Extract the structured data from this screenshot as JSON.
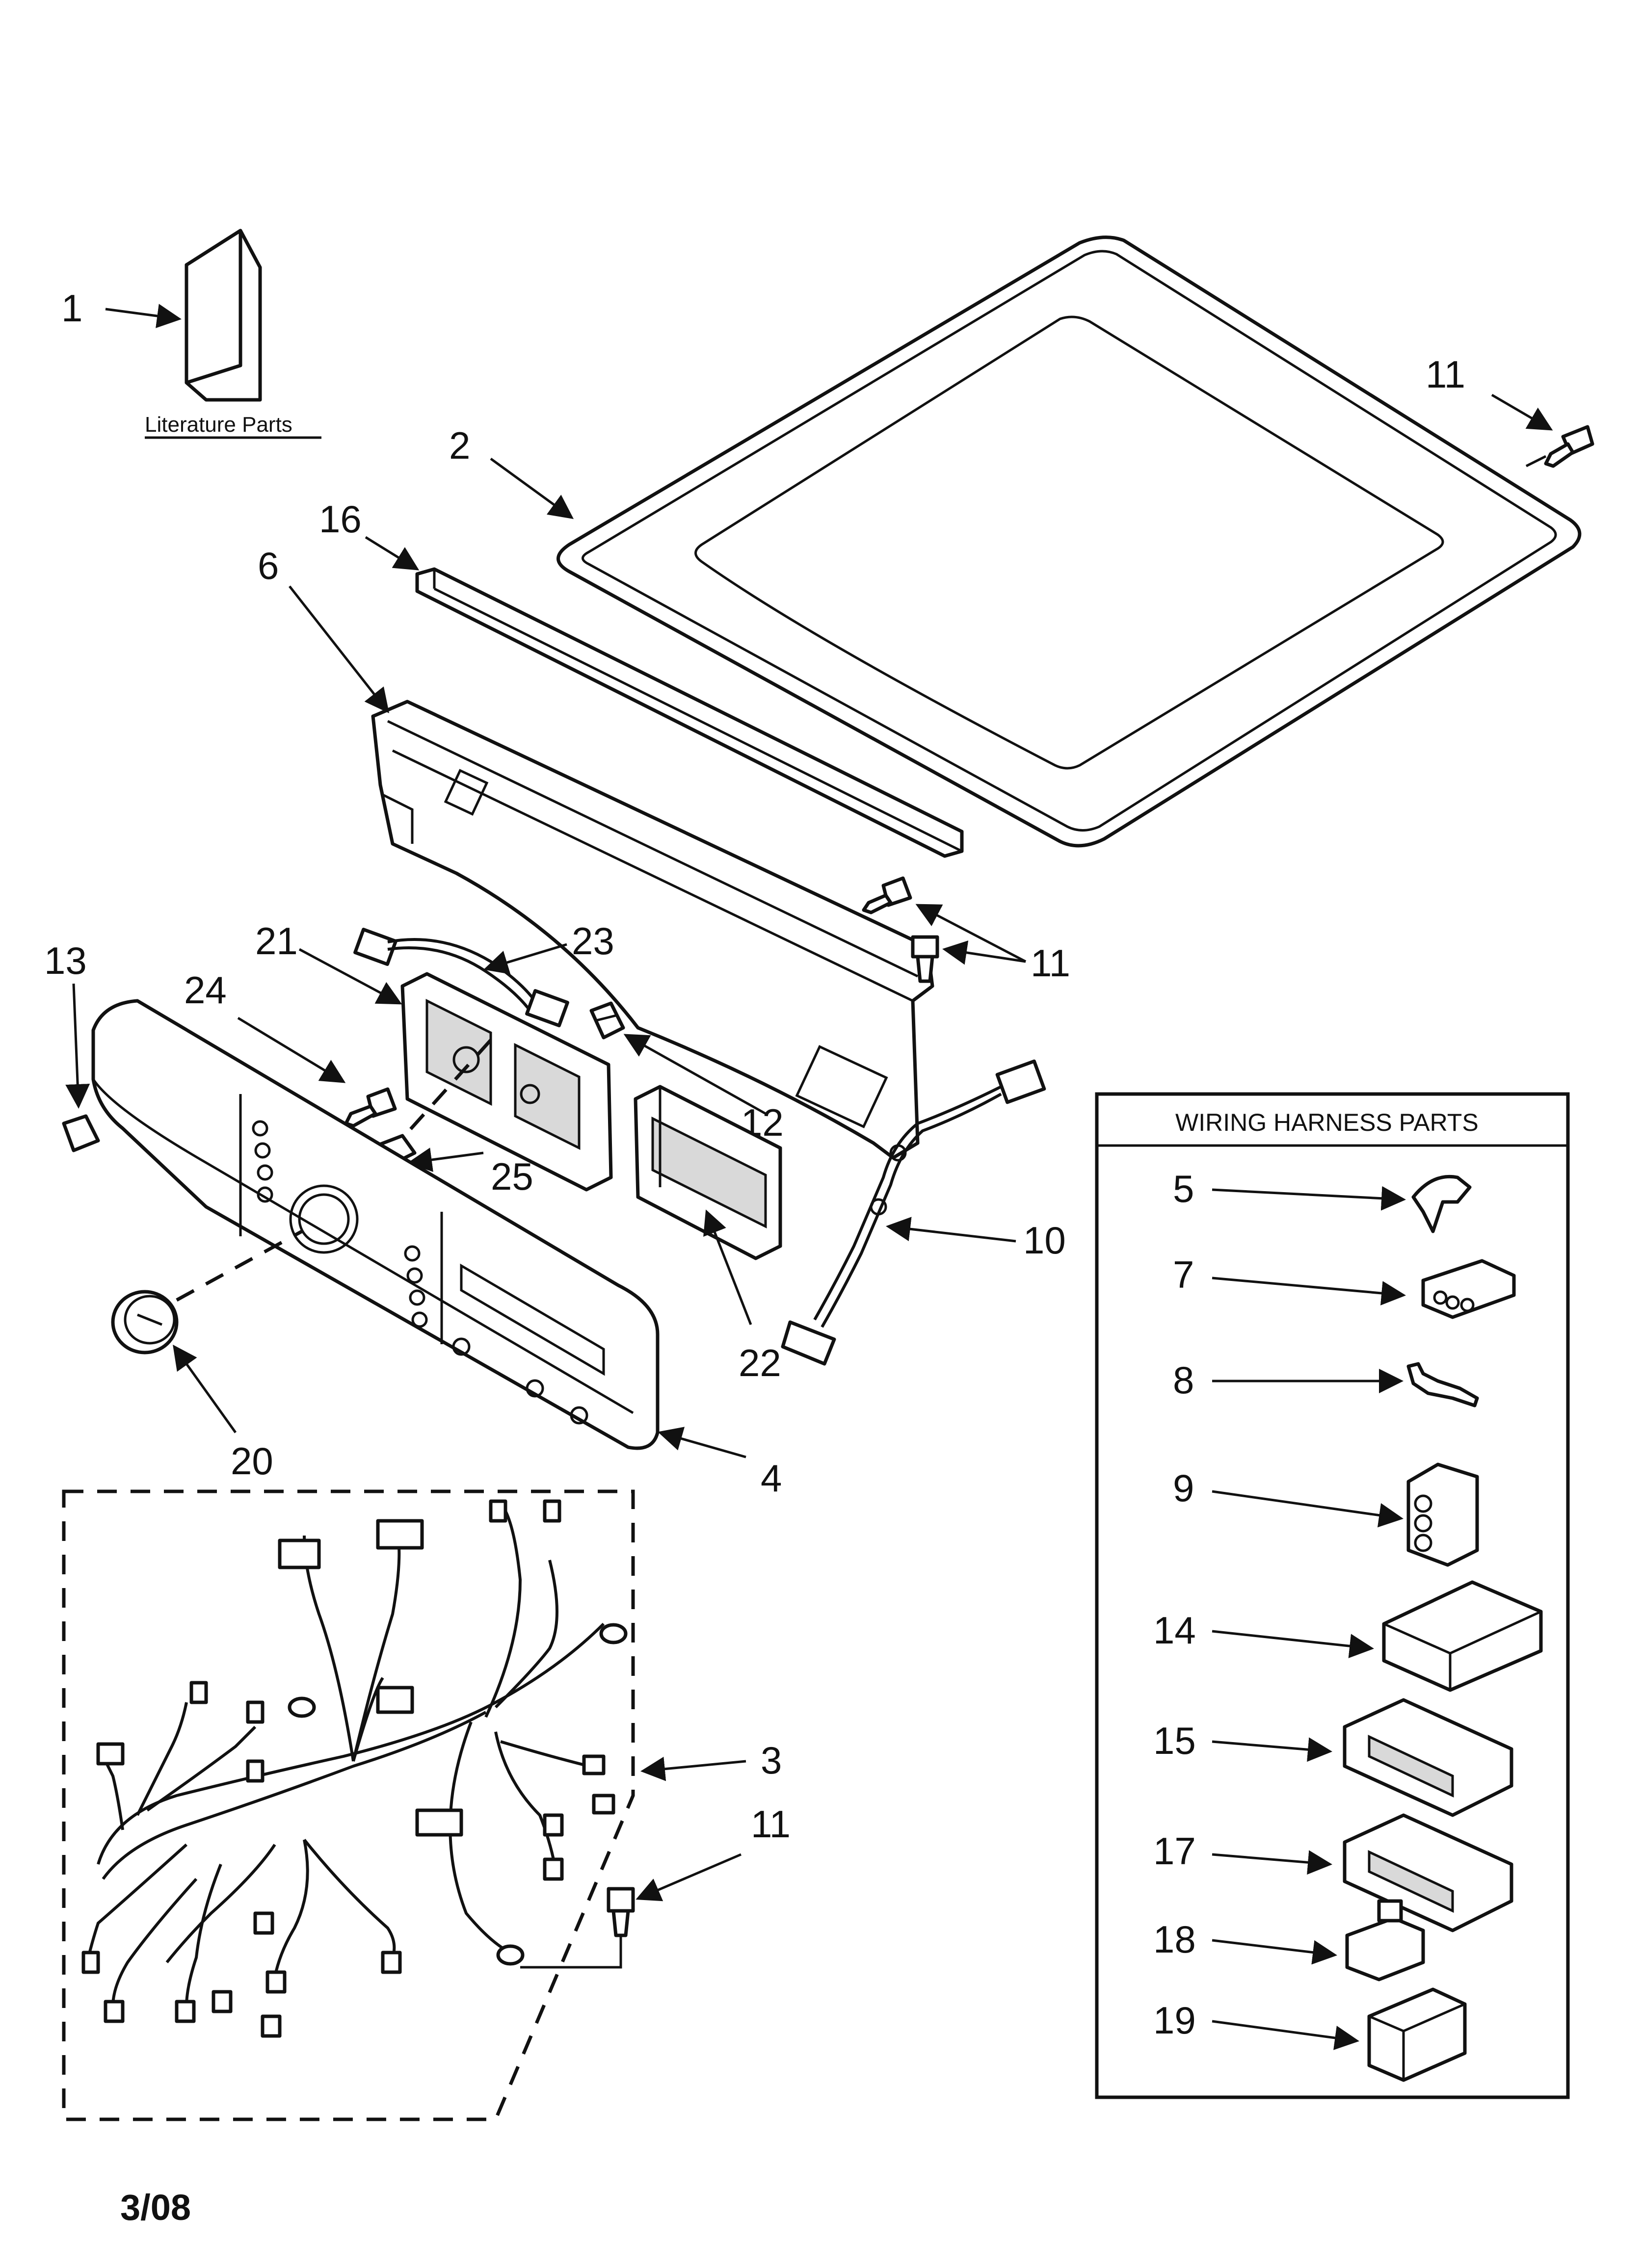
{
  "callouts": {
    "c1": "1",
    "c2": "2",
    "c3": "3",
    "c4": "4",
    "c5": "5",
    "c6": "6",
    "c7": "7",
    "c8": "8",
    "c9": "9",
    "c10": "10",
    "c11a": "11",
    "c11b": "11",
    "c11c": "11",
    "c12": "12",
    "c13": "13",
    "c14": "14",
    "c15": "15",
    "c16": "16",
    "c17": "17",
    "c18": "18",
    "c19": "19",
    "c20": "20",
    "c21": "21",
    "c22": "22",
    "c23": "23",
    "c24": "24",
    "c25": "25"
  },
  "labels": {
    "literature": "Literature Parts",
    "wiring_box_title": "WIRING HARNESS PARTS",
    "date": "3/08"
  },
  "icons": [
    "arrow-icon"
  ]
}
